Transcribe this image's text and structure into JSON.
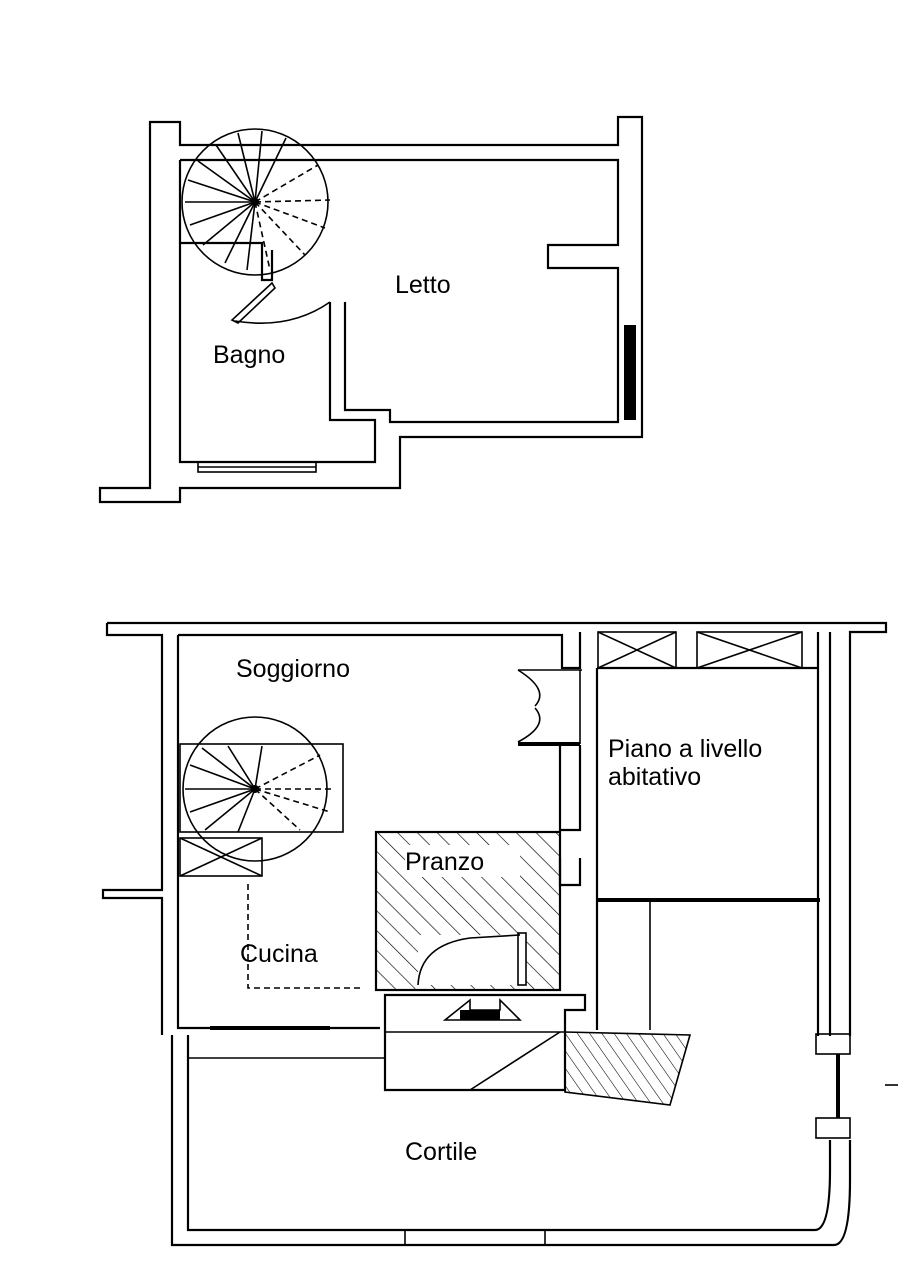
{
  "rooms": {
    "letto": "Letto",
    "bagno": "Bagno",
    "soggiorno": "Soggiorno",
    "piano_line1": "Piano a livello",
    "piano_line2": "abitativo",
    "pranzo": "Pranzo",
    "cucina": "Cucina",
    "cortile": "Cortile"
  }
}
